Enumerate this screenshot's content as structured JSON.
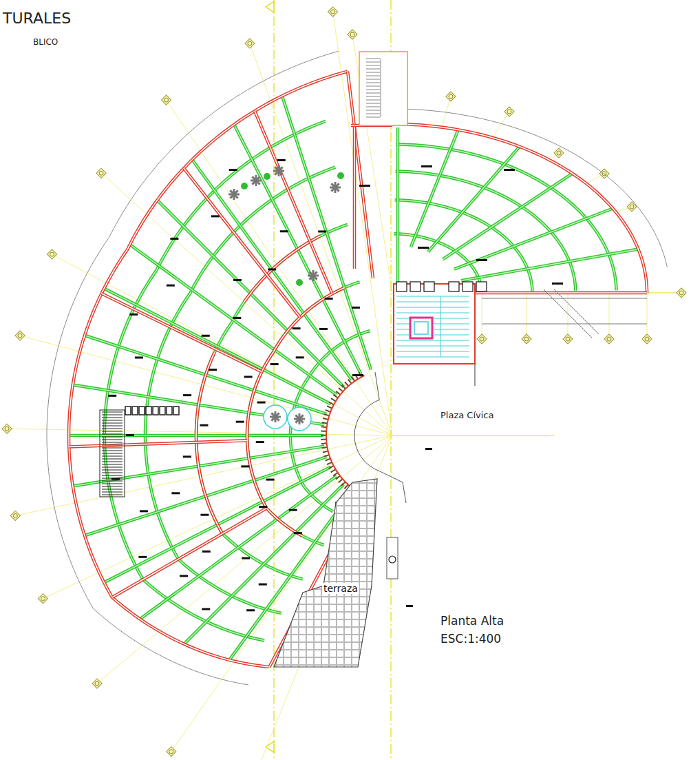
{
  "diagram": {
    "title": "TURALES",
    "nodes": [
      {
        "text": [
          "terraza"
        ]
      }
    ],
    "labels": [
      "BLICO",
      "Plaza Cívica",
      "Planta Alta",
      "ESC:1:400"
    ]
  }
}
